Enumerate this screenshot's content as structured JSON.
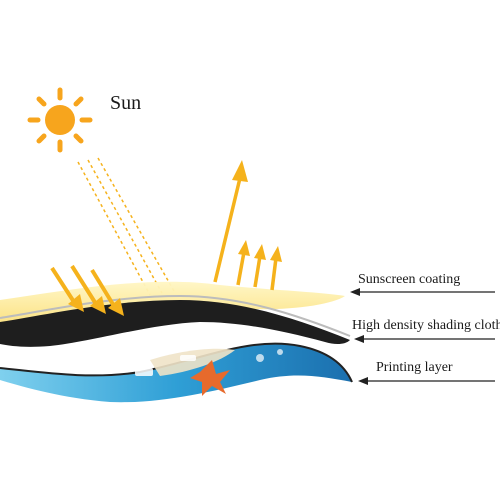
{
  "sun": {
    "label": "Sun"
  },
  "layers": [
    {
      "label": "Sunscreen coating"
    },
    {
      "label": "High density shading cloth"
    },
    {
      "label": "Printing layer"
    }
  ],
  "colors": {
    "sun": "#f7a51d",
    "coating": "#fbe27a",
    "cloth": "#1e1e1e",
    "print": "#3a8fc9",
    "ray": "#f5b21c",
    "pointer": "#222222"
  }
}
